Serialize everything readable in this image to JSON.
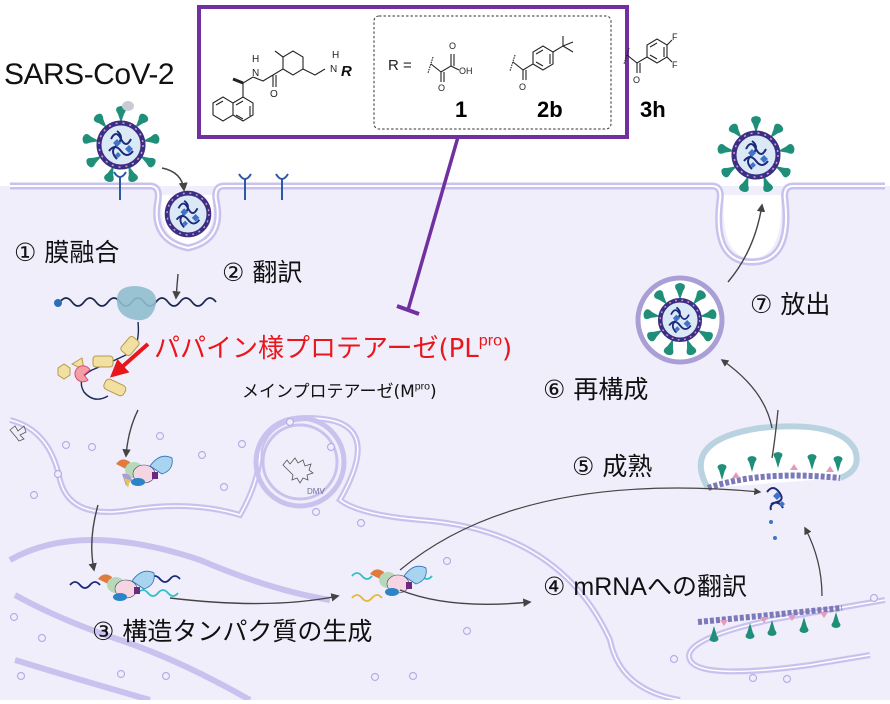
{
  "title": "SARS-CoV-2",
  "structure_box": {
    "r_label": "R =",
    "n_label": "N",
    "h_label": "H",
    "o_label": "O",
    "oh_label": "OH",
    "f_label": "F",
    "r_group_label": "R",
    "compounds": [
      {
        "id": "1",
        "substituent": "oxalyl (COCOOH)"
      },
      {
        "id": "2b",
        "substituent": "4-tert-butylbenzoyl"
      },
      {
        "id": "3h",
        "substituent": "3,4-difluorobenzoyl"
      }
    ]
  },
  "steps": [
    {
      "num": "①",
      "label": "膜融合"
    },
    {
      "num": "②",
      "label": "翻訳"
    },
    {
      "num": "③",
      "label": "構造タンパク質の生成"
    },
    {
      "num": "④",
      "label": "mRNAへの翻訳"
    },
    {
      "num": "⑤",
      "label": "成熟"
    },
    {
      "num": "⑥",
      "label": "再構成"
    },
    {
      "num": "⑦",
      "label": "放出"
    }
  ],
  "enzymes": {
    "plpro_main": "パパイン様プロテアーゼ(PL",
    "plpro_sup": "pro",
    "plpro_close": ")",
    "mpro_main": "メインプロテアーゼ(M",
    "mpro_sup": "pro",
    "mpro_close": ")"
  },
  "organelle_label": "DMV",
  "colors": {
    "inhibitor_box": "#7030a0",
    "plpro_text": "#e8171b",
    "cytoplasm": "#f1eefb",
    "membrane": "#c9c2ee",
    "spike": "#1f8f7a",
    "virus_envelope": "#3a2f86",
    "rna": "#2c3f9a"
  }
}
